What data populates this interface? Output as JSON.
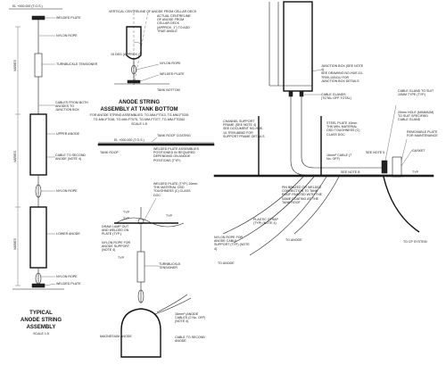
{
  "assembly_typical": {
    "title_line1": "TYPICAL",
    "title_line2": "ANODE STRING",
    "title_line3": "ASSEMBLY",
    "scale": "SCALE 1:5",
    "top_level": "EL +000.000 (T.O.S.)",
    "labels": {
      "welded_plate": "WELDED PLATE",
      "nylon_rope": "NYLON ROPE",
      "turnbuckle": "TURNBUCKLE TENSIONER",
      "cables": "CABLES FROM BOTH ANODES TO JUNCTION BOX",
      "upper_anode": "UPPER ANODE",
      "cable_to_second": "CABLE TO SECOND ANODE (NOTE 4)",
      "nylon_rope_mid": "NYLON ROPE",
      "lower_anode": "LOWER ANODE",
      "nylon_rope_low": "NYLON ROPE",
      "welded_plate_low": "WELDED PLATE",
      "varies_a": "VARIES",
      "varies_b": "VARIES",
      "varies_c": "VARIES"
    }
  },
  "assembly_tank_bottom": {
    "title_line1": "ANODE STRING",
    "title_line2": "ASSEMBLY AT TANK BOTTOM",
    "note_line1": "FOR ANODE STRING ASSEMBLIES: TG-MM-FT013, TG-MM-FT026",
    "note_line2": "TG-MM-FT038, TG-MM-FT075, TG-MM-FT077, TG-MM-FT0262",
    "scale": "SCALE 1:5",
    "labels": {
      "vertical_cl": "VERTICAL CENTRELINE OF ANODE FROM CELLAR DECK",
      "actual_cl": "ACTUAL CENTRELINE OF ANODE FROM CELLAR DECK (APPROX. 1\") TO ADD TRUE ANGLE",
      "angle": "15 DEG (APPROX.)",
      "nylon_rope": "NYLON ROPE",
      "welded_plate": "WELDED PLATE",
      "tank_bottom": "TANK BOTTOM"
    }
  },
  "detail_tank_roof": {
    "top_level": "EL +000.000 (T.O.S.)",
    "tank_roof_coating": "TANK ROOF COATING",
    "tank_roof": "TANK ROOF",
    "welded_plate_assemblies": "WELDED PLATE ASSEMBLIES POSITIONED IN REQUIRED DEPENDING ON ANODE POSITIONS (TYP.)",
    "welded_plate_typ": "WELDED PLATE (TYP.) 10mm THK MATERIAL OSD TOUGHNESS (C) CLASS DOC",
    "draw_lamp": "DRAW LAMP OUT AND WELDED ON PLATE (TYP.)",
    "nylon_rope": "NYLON ROPE FOR ANODE SUPPORT (NOTE 4)",
    "turnbuckle": "TURNBUCKLE TENSIONER",
    "cable_size": "16mm² (ANODE CABLES (2 No. OFF) (NOTE 4)",
    "magnesium_anode": "MAGNESIUM ANODE",
    "cable_to_second": "CABLE TO SECOND ANODE",
    "typ_a": "TYP",
    "typ_b": "TYP",
    "typ_c": "TYP",
    "typ_d": "TYP"
  },
  "detail_junction": {
    "junction_box": "JUNCTION BOX (SEE NOTE 4)",
    "see_drawing": "SEE DRAWING NO-HUE-10-TR09-10041U FOR JUNCTION BOX DETAILS",
    "cable_gland": "CABLE GLANDS (TOTAL OFF TOTAL)",
    "cable_gland_right": "CABLE GLAND TO SUIT 10MM TYPE (TYP.)",
    "hole": "25mm HOLE (MINIMUM) TO SUIT SPECIFIED CABLE GLAND",
    "removable_plate": "REMOVABLE PLATE FOR MAINTENANCE",
    "gasket": "GASKET",
    "channel_support": "CHANNEL SUPPORT FRAME (SEE NOTE 4)",
    "see_document": "SEE DOCUMENT NO-HUE-10-TR09-88082 FOR SUPPORT FRAME DETAILS",
    "steel_plate": "STEEL PLATE 10mm THK MIN. MATERIAL OSD TOUGHNESS (C) CLASS DOC",
    "cable_size": "16mm² CABLE (7 No. OFF)",
    "see_note": "SEE NOTE 5",
    "pin_brazed": "PIN BRAZED OR WELDED CONNECTION TO TANK ROOF PAINTED WITH THE SAME COATING AS THE TANK ROOF",
    "plastic_strap": "PLASTIC STRAP (TYP) (NOTE 4)",
    "nylon_rope": "NYLON ROPE FOR ANODE CABLE SUPPORT (TYP) (NOTE 4)",
    "to_anode": "TO ANODE",
    "to_anode_b": "TO ANODE",
    "to_cp": "TO CP SYSTEM",
    "see_note_b": "SEE NOTE B",
    "typ": "TYP"
  }
}
